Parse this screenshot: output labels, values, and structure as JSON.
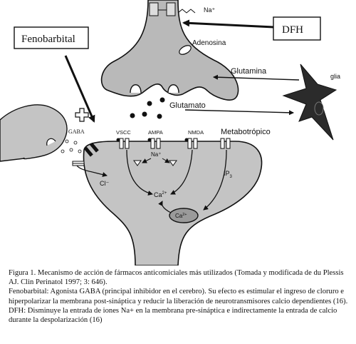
{
  "labels": {
    "fenobarbital": "Fenobarbital",
    "dfh": "DFH",
    "na_top": "Na⁺",
    "adenosina": "Adenosina",
    "glutamina": "Glutamina",
    "glia": "glia",
    "glutamato": "Glutamato",
    "gaba": "GABA",
    "vscc": "VSCC",
    "ampa": "AMPA",
    "nmda": "NMDA",
    "metabotropico": "Metabotrópico",
    "na_post": "Na⁺",
    "cl": "Cl⁻",
    "ip3": "IP",
    "ip3_sub": "3",
    "ca_center": "Ca",
    "ca_center_sup": "2+",
    "ca_store": "Ca",
    "ca_store_sup": "2+"
  },
  "caption": {
    "line1": "Figura 1. Mecanismo de acción de fármacos anticomiciales más utilizados (Tomada y modificada de du Plessis AJ. Clin Perinatol 1997; 3: 646).",
    "line2": "Fenobarbital: Agonista GABA (principal inhibidor en el cerebro). Su efecto es estimular el ingreso de cloruro e hiperpolarizar la membrana post-sináptica y reducir la liberación de neurotransmisores calcio dependientes (16).",
    "line3": "DFH: Disminuye la entrada de iones Na+ en la membrana pre-sináptica e indirectamente la entrada de calcio durante la despolarización (16)"
  }
}
